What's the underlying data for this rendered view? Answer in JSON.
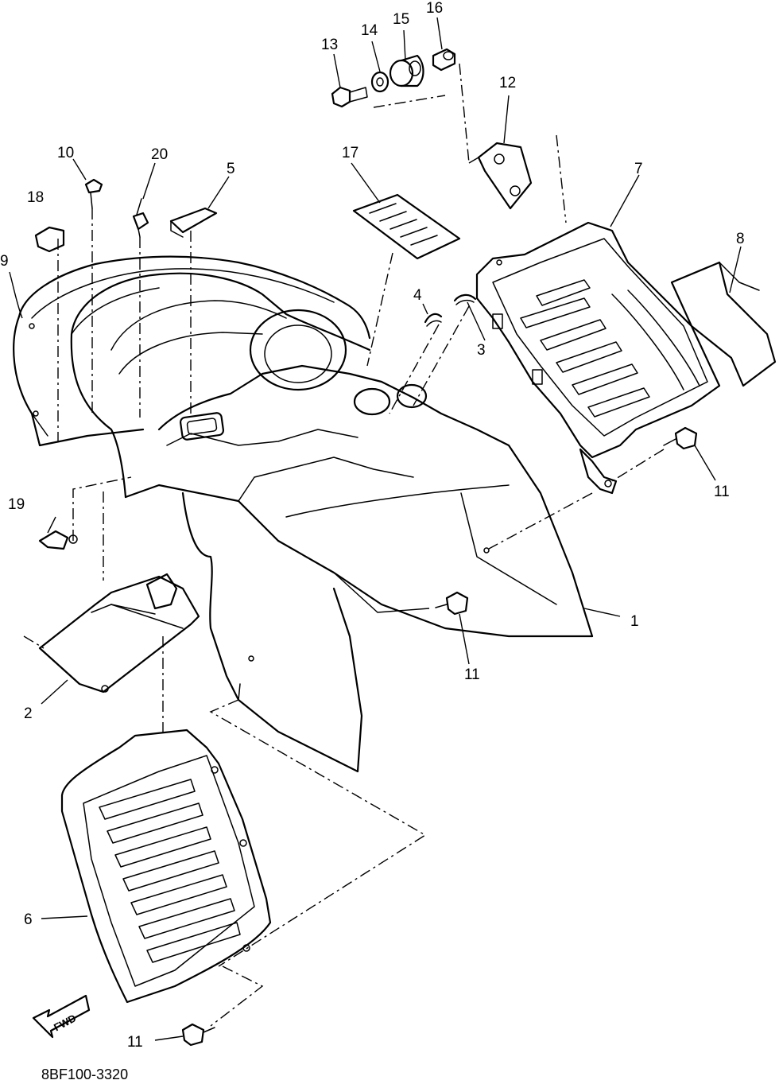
{
  "drawing_code": "8BF100-3320",
  "direction_label": "FWD",
  "callouts": [
    "1",
    "2",
    "3",
    "4",
    "5",
    "6",
    "7",
    "8",
    "9",
    "10",
    "11",
    "12",
    "13",
    "14",
    "15",
    "16",
    "17",
    "18",
    "19",
    "20",
    "11",
    "11",
    "11"
  ]
}
